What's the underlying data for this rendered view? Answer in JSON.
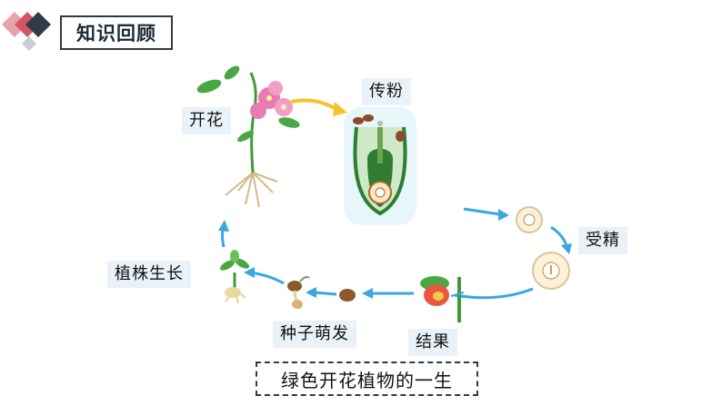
{
  "header": {
    "title": "知识回顾"
  },
  "stages": {
    "flowering": "开花",
    "pollination": "传粉",
    "fertilization": "受精",
    "fruiting": "结果",
    "germination": "种子萌发",
    "growth": "植株生长"
  },
  "caption": "绿色开花植物的一生",
  "colors": {
    "arrow_blue": "#3aa7df",
    "arrow_yellow": "#f4c52b",
    "leaf_green": "#3f9b3a",
    "flower_pink": "#e97bb3",
    "label_bg": "#e9f2f8"
  }
}
